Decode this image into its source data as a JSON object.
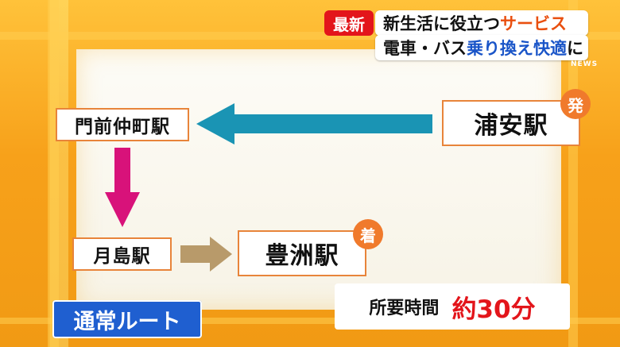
{
  "title": {
    "tag": "最新",
    "line1_prefix": "新生活に役立つ",
    "line1_highlight": "サービス",
    "line2_prefix": "電車・バス",
    "line2_highlight": "乗り換え快適",
    "line2_suffix": "に",
    "channel": "NEWS"
  },
  "stations": {
    "origin": "浦安駅",
    "origin_badge": "発",
    "transfer1": "門前仲町駅",
    "transfer2": "月島駅",
    "destination": "豊洲駅",
    "destination_badge": "着"
  },
  "route_label": "通常ルート",
  "travel_time": {
    "label": "所要時間",
    "value": "約30分"
  },
  "colors": {
    "accent_orange": "#e8843a",
    "badge": "#f07a2c",
    "arrow_teal": "#1a94b4",
    "arrow_magenta": "#d8127a",
    "arrow_tan": "#b89a6a",
    "route_blue": "#1f5fd0",
    "time_red": "#e3151b"
  }
}
